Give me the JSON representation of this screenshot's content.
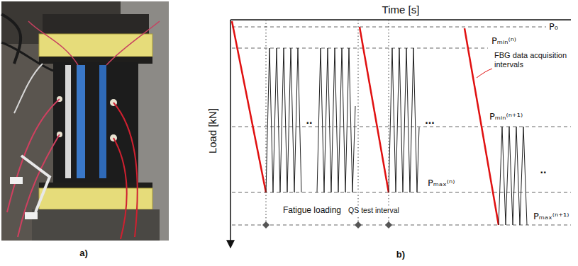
{
  "diagram": {
    "labels": [
      "a)",
      "b)",
      "Time [s]",
      "Load [kN]",
      "P₀",
      "Pₘᵢₙ⁽ⁿ⁾",
      "FBG data acquisition intervals",
      "Pₘᵢₙ⁽ⁿ⁺¹⁾",
      "Pₘₐₓ⁽ⁿ⁾",
      "Fatigue loading",
      "QS test interval",
      "Pₘₐₓ⁽ⁿ⁺¹⁾",
      "..",
      "...",
      ".."
    ]
  }
}
